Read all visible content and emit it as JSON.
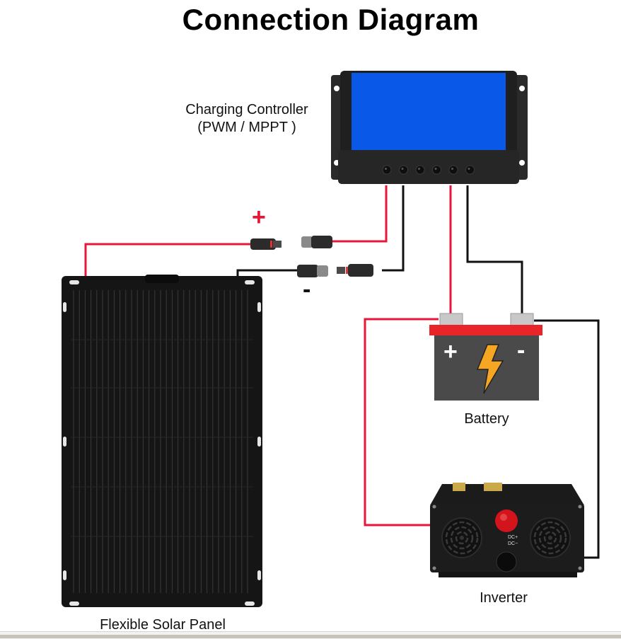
{
  "title": "Connection Diagram",
  "components": {
    "controller": {
      "label_line1": "Charging Controller",
      "label_line2": "(PWM / MPPT )",
      "screen_color": "#0a58e8",
      "button_count": 6
    },
    "solar_panel": {
      "label": "Flexible Solar Panel"
    },
    "battery": {
      "label": "Battery",
      "positive_symbol": "+",
      "negative_symbol": "-",
      "lid_color": "#e8262a",
      "body_color": "#4a4a4a",
      "bolt_color": "#f5a623"
    },
    "inverter": {
      "label": "Inverter",
      "dc_positive_label": "DC+",
      "dc_negative_label": "DC−"
    }
  },
  "connectors": {
    "positive_symbol": "+",
    "negative_symbol": "-"
  },
  "wire_colors": {
    "positive": "#e8173a",
    "negative": "#111111"
  }
}
